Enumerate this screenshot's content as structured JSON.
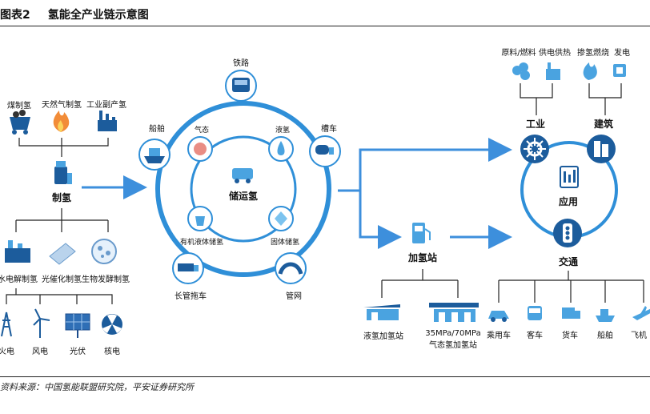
{
  "header": {
    "figure_label": "图表2",
    "title": "氢能全产业链示意图"
  },
  "source": "资料来源：中国氢能联盟研究院，平安证券研究所",
  "production": {
    "sources": [
      "煤制氢",
      "天然气制氢",
      "工业副产氢"
    ],
    "hub": "制氢",
    "methods": [
      "水电解制氢",
      "光催化制氢",
      "生物发酵制氢"
    ],
    "power": [
      "火电",
      "风电",
      "光伏",
      "核电"
    ]
  },
  "storage": {
    "center": "储运氢",
    "inner": [
      "气态",
      "液氢",
      "固体储氢",
      "有机液体储氢"
    ],
    "outer": [
      "铁路",
      "槽车",
      "管网",
      "长管拖车",
      "船舶"
    ]
  },
  "station": {
    "name": "加氢站",
    "types": [
      "液氢加氢站",
      "35MPa/70MPa",
      "气态氢加氢站"
    ]
  },
  "application": {
    "center": "应用",
    "nodes": [
      "工业",
      "建筑",
      "交通"
    ],
    "top_items": [
      "原料/燃料",
      "供电供热",
      "掺氢燃烧",
      "发电"
    ],
    "transport": [
      "乘用车",
      "客车",
      "货车",
      "船舶",
      "飞机"
    ]
  },
  "colors": {
    "ring": "#2f8fd8",
    "arrow": "#3d8fdc",
    "node_fill": "#1c5c9c",
    "line": "#222222"
  }
}
